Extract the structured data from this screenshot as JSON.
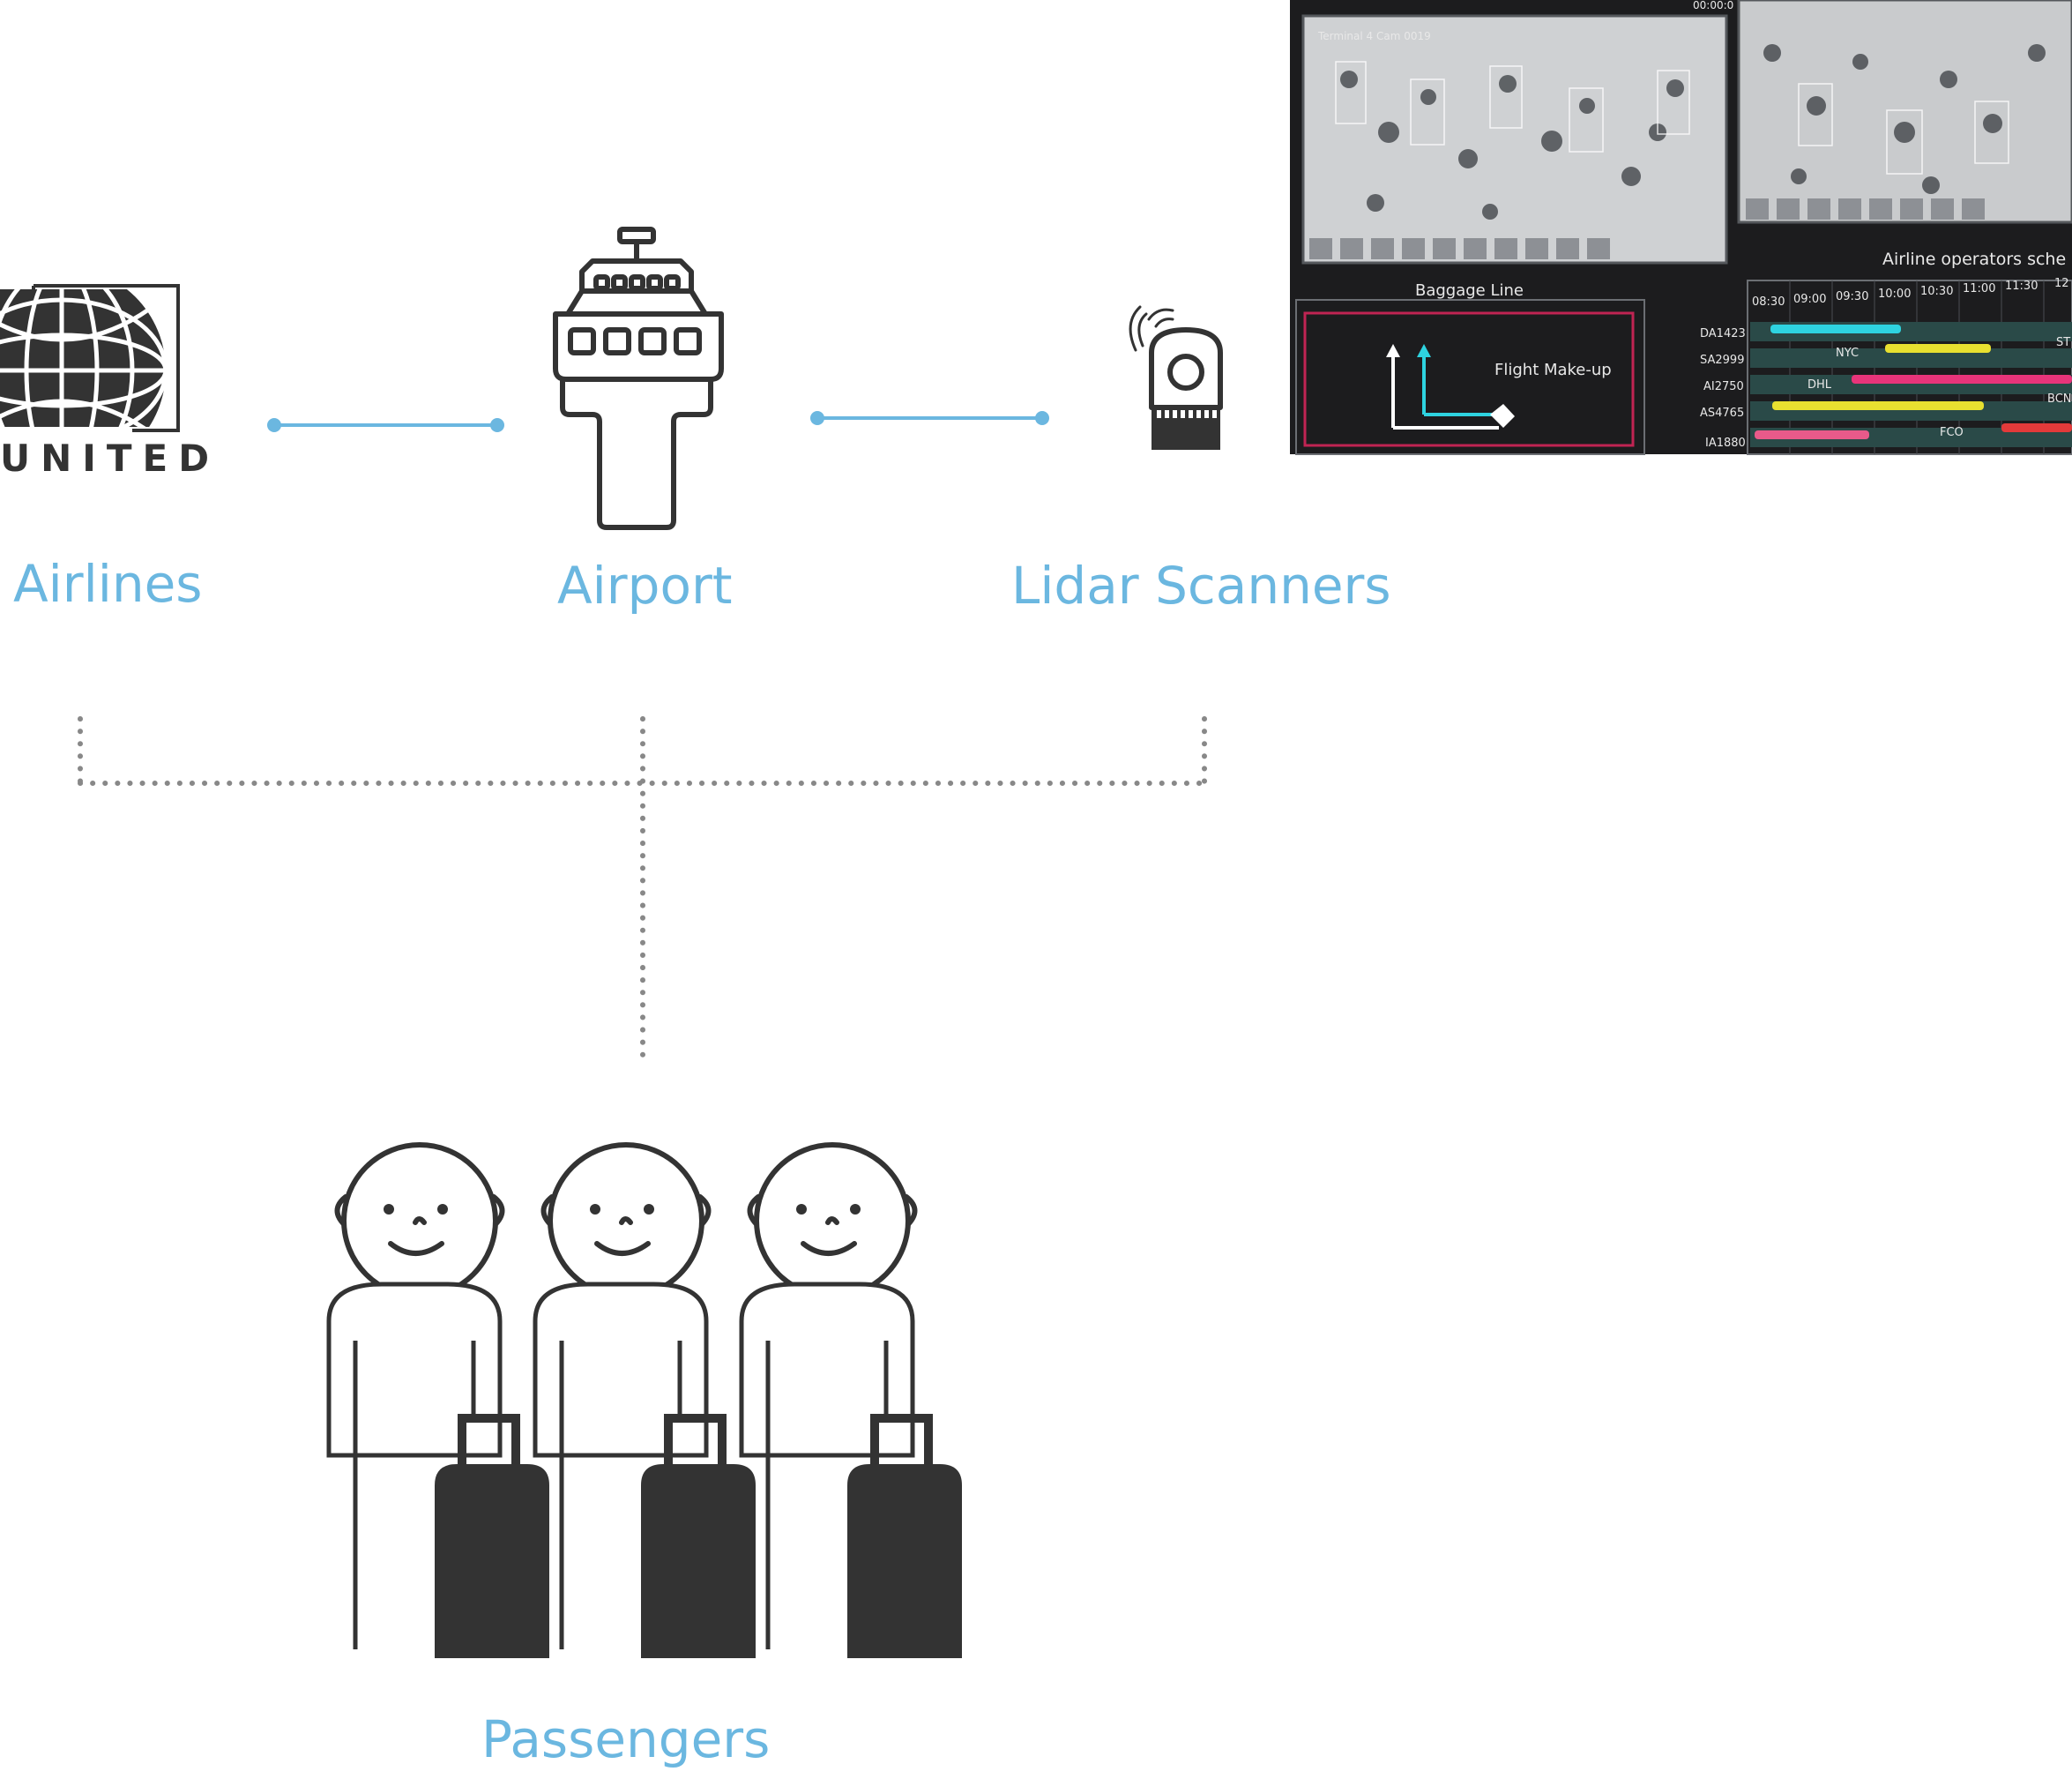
{
  "nodes": {
    "airlines": {
      "label": "Airlines",
      "logo_text": "UNITED"
    },
    "airport": {
      "label": "Airport"
    },
    "lidar": {
      "label": "Lidar Scanners"
    },
    "passengers": {
      "label": "Passengers"
    }
  },
  "monitor": {
    "camera_label": "Terminal 4 Cam 0019",
    "clock": "00:00:0",
    "baggage_title": "Baggage Line",
    "flight_makeup": "Flight Make-up",
    "schedule_title": "Airline operators sche",
    "times": [
      "08:30",
      "09:00",
      "09:30",
      "10:00",
      "10:30",
      "11:00",
      "11:30",
      "12"
    ],
    "flights": [
      "DA1423",
      "SA2999",
      "AI2750",
      "AS4765",
      "IA1880"
    ],
    "destinations": [
      "NYC",
      "DHL",
      "ST",
      "BCN",
      "FCO"
    ]
  },
  "colors": {
    "label_blue": "#6bb7e0",
    "line_blue": "#6bb7e0",
    "ink": "#333333",
    "dots": "#888888",
    "monitor_bg": "#1c1c1e",
    "bar_cyan": "#2ed3e0",
    "bar_yellow": "#e8e030",
    "bar_magenta": "#e8347a",
    "bar_red": "#e33a3a"
  }
}
